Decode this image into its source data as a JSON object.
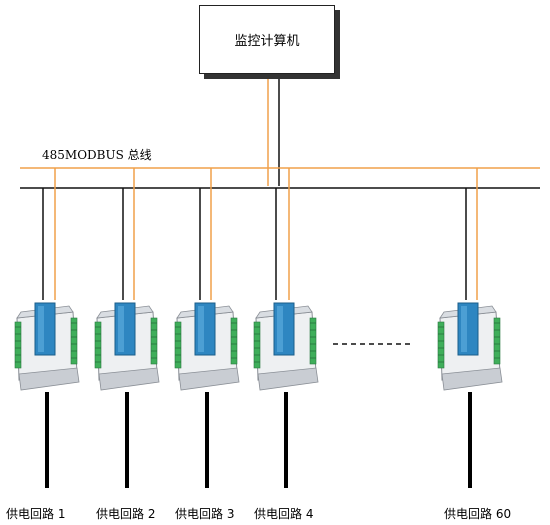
{
  "computer": {
    "label": "监控计算机"
  },
  "bus": {
    "label": "485MODBUS 总线"
  },
  "colors": {
    "orange_line": "#f0a04a",
    "black_line": "#111111",
    "module_blue": "#2e86c1",
    "module_body": "#eef0f2",
    "terminal_green": "#3fae5a"
  },
  "modules": [
    {
      "label": "供电回路 1"
    },
    {
      "label": "供电回路 2"
    },
    {
      "label": "供电回路 3"
    },
    {
      "label": "供电回路 4"
    },
    {
      "label": "供电回路 60"
    }
  ]
}
